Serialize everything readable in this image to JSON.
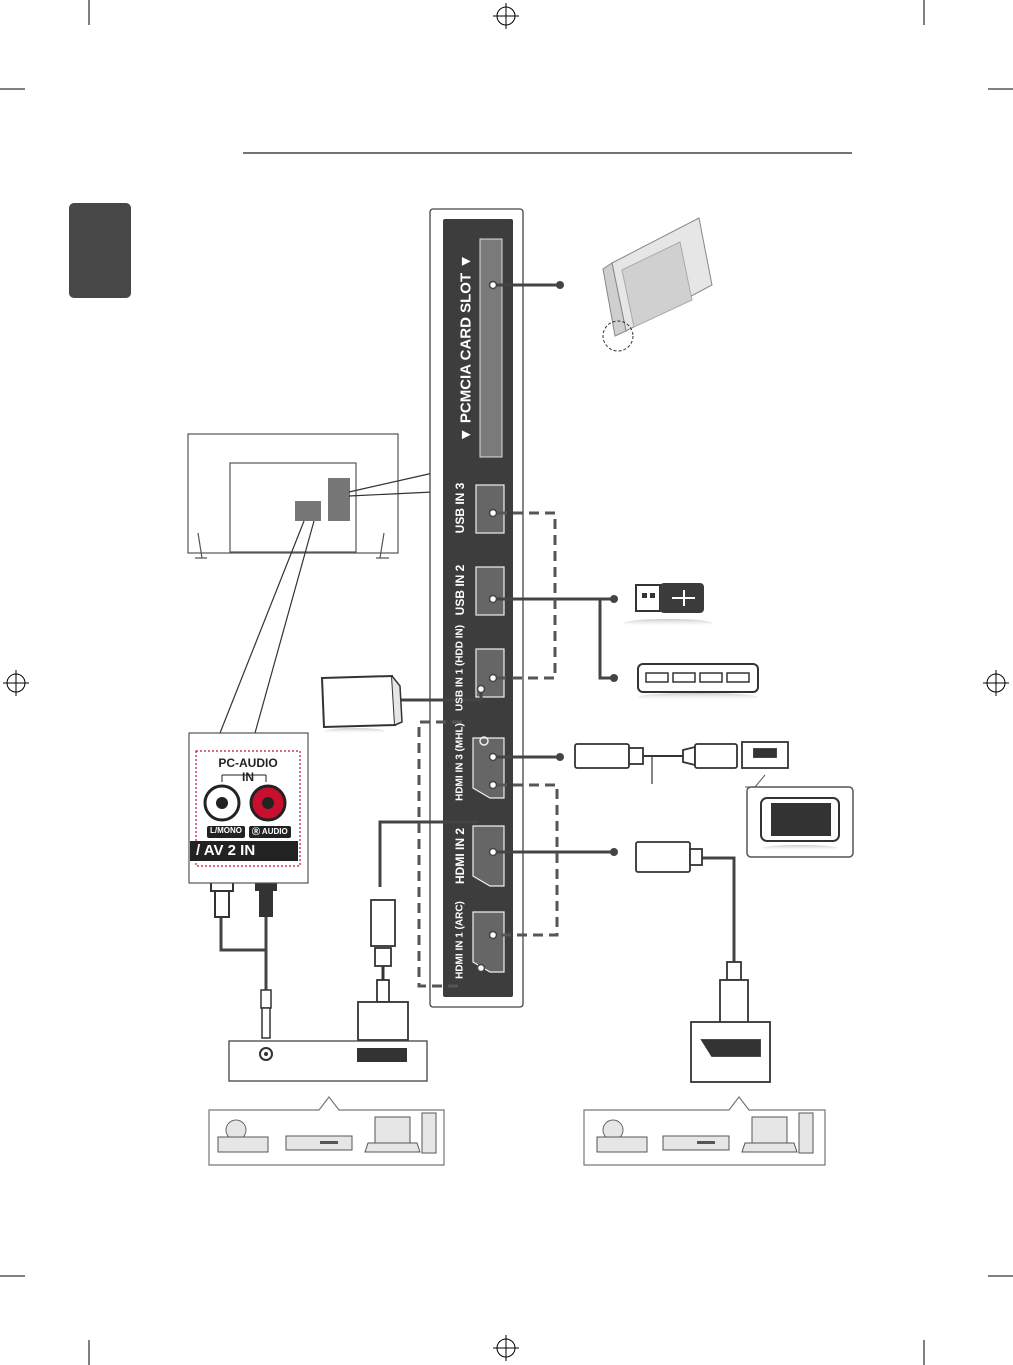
{
  "panel_labels": {
    "pcmcia": "▼ PCMCIA CARD SLOT ▼",
    "usb3": "USB IN 3",
    "usb2": "USB IN 2",
    "usb1": "USB IN 1 (HDD IN)",
    "hdmi3": "HDMI IN 3 (MHL)",
    "hdmi2": "HDMI IN 2",
    "hdmi1": "HDMI IN 1 (ARC)"
  },
  "pc_audio": {
    "title": "PC-AUDIO IN",
    "left_label": "L/MONO",
    "right_label": "Ⓡ AUDIO",
    "av_label": "/ AV 2 IN"
  },
  "colors": {
    "line": "#444444",
    "dashed": "#555555",
    "panel": "#3d3d3d",
    "red_jack": "#c8102e",
    "tab": "#474747",
    "dotted_frame": "#c8102e"
  },
  "icons": [
    "registration-mark-icon",
    "pcmcia-card-icon",
    "usb-stick-icon",
    "usb-hub-icon",
    "hard-drive-icon",
    "mhl-cable-icon",
    "smartphone-icon",
    "hdmi-cable-icon",
    "dvi-adapter-icon",
    "dvd-player-icon",
    "set-top-box-icon",
    "laptop-icon",
    "pc-tower-icon"
  ]
}
